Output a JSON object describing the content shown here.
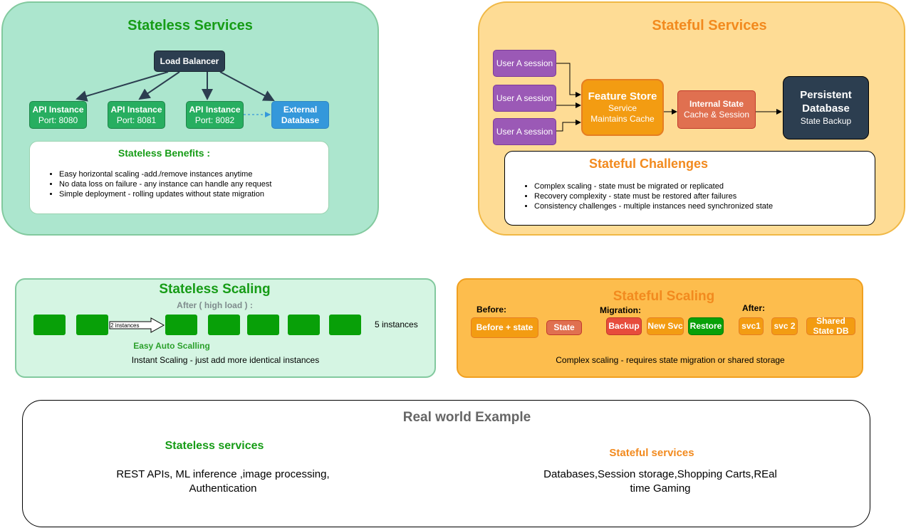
{
  "colors": {
    "stateless_bg": "#acE6CE",
    "stateless_border": "#82c99e",
    "stateful_bg": "#fedc95",
    "stateful_border": "#f0b845",
    "green_text": "#2ba02b",
    "orange_text": "#f28a1e",
    "navy": "#2c3e50",
    "api_green": "#27ae60",
    "blue": "#3498db",
    "purple": "#9b59b6",
    "orange": "#f39c12",
    "salmon": "#e07050",
    "red": "#e74c3c",
    "dark_green": "#169c16"
  },
  "stateless_services": {
    "title": "Stateless Services",
    "load_balancer": "Load Balancer",
    "api_instances": [
      {
        "name": "API Instance",
        "port": "Port: 8080"
      },
      {
        "name": "API Instance",
        "port": "Port: 8081"
      },
      {
        "name": "API Instance",
        "port": "Port: 8082"
      }
    ],
    "external_db": {
      "line1": "External",
      "line2": "Database"
    },
    "benefits_title": "Stateless Benefits :",
    "benefits": [
      "Easy horizontal scaling -add./remove instances anytime",
      "No data loss on failure - any instance can handle any request",
      "Simple deployment - rolling updates without state migration"
    ]
  },
  "stateful_services": {
    "title": "Stateful Services",
    "sessions": [
      "User A session",
      "User A session",
      "User A session"
    ],
    "feature_store": {
      "title": "Feature Store",
      "line1": "Service",
      "line2": "Maintains Cache"
    },
    "internal_state": {
      "line1": "Internal State",
      "line2": "Cache & Session"
    },
    "persistent_db": {
      "line1": "Persistent",
      "line2": "Database",
      "line3": "State Backup"
    },
    "challenges_title": "Stateful Challenges",
    "challenges": [
      "Complex scaling - state must be migrated or replicated",
      "Recovery complexity - state must be restored after failures",
      "Consistency challenges - multiple instances need synchronized state"
    ]
  },
  "stateless_scaling": {
    "title": "Stateless Scaling",
    "after_label": "After ( high load ) :",
    "arrow_label": "2 instances",
    "instances_label": "5 instances",
    "subtitle": "Easy Auto Scalling",
    "caption": "Instant Scaling - just add more identical instances"
  },
  "stateful_scaling": {
    "title": "Stateful Scaling",
    "before_label": "Before:",
    "migration_label": "Migration:",
    "after_label": "After:",
    "before_boxes": [
      "Before + state",
      "State"
    ],
    "migration_boxes": [
      "Backup",
      "New Svc",
      "Restore"
    ],
    "after_boxes": [
      "svc1",
      "svc 2"
    ],
    "shared_db": {
      "line1": "Shared",
      "line2": "State DB"
    },
    "caption": "Complex scaling - requires state migration or shared storage"
  },
  "real_world": {
    "title": "Real world Example",
    "stateless_heading": "Stateless services",
    "stateless_text_line1": "REST APIs, ML inference ,image processing,",
    "stateless_text_line2": "Authentication",
    "stateful_heading": "Stateful services",
    "stateful_text_line1": "Databases,Session storage,Shopping Carts,REal",
    "stateful_text_line2": "time Gaming"
  }
}
